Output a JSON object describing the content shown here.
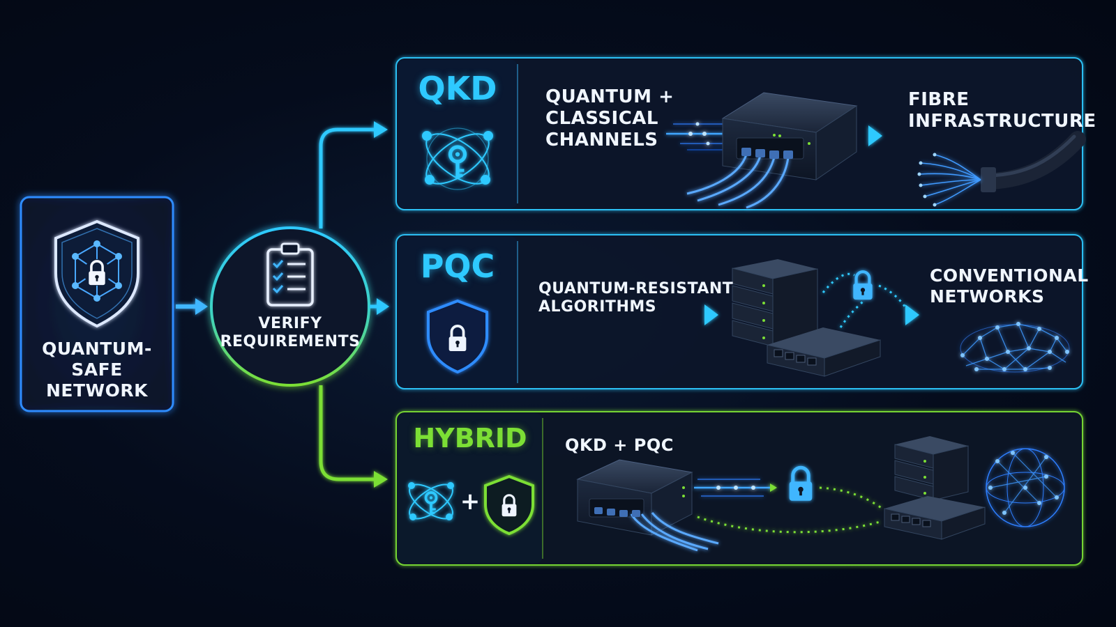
{
  "start_node": {
    "label_line1": "QUANTUM-SAFE",
    "label_line2": "NETWORK"
  },
  "verify_node": {
    "label_line1": "VERIFY",
    "label_line2": "REQUIREMENTS"
  },
  "colors": {
    "blue": "#2ec9ff",
    "green": "#7cdf35",
    "background": "#050c1c",
    "text": "#f0f6ff"
  },
  "options": {
    "qkd": {
      "title": "QKD",
      "channel_line1": "QUANTUM +",
      "channel_line2": "CLASSICAL",
      "channel_line3": "CHANNELS",
      "target_line1": "FIBRE",
      "target_line2": "INFRASTRUCTURE",
      "icons": [
        "atom-key-icon",
        "network-device-icon",
        "fibre-cable-icon"
      ]
    },
    "pqc": {
      "title": "PQC",
      "channel_line1": "QUANTUM-RESISTANT",
      "channel_line2": "ALGORITHMS",
      "target_line1": "CONVENTIONAL",
      "target_line2": "NETWORKS",
      "icons": [
        "shield-lock-icon",
        "server-stack-icon",
        "lock-icon",
        "mesh-network-icon"
      ]
    },
    "hybrid": {
      "title": "HYBRID",
      "plus": "+",
      "channel_line1": "QKD + PQC",
      "icons": [
        "atom-key-icon",
        "shield-lock-icon",
        "network-device-icon",
        "lock-icon",
        "server-stack-icon",
        "globe-network-icon"
      ]
    }
  }
}
